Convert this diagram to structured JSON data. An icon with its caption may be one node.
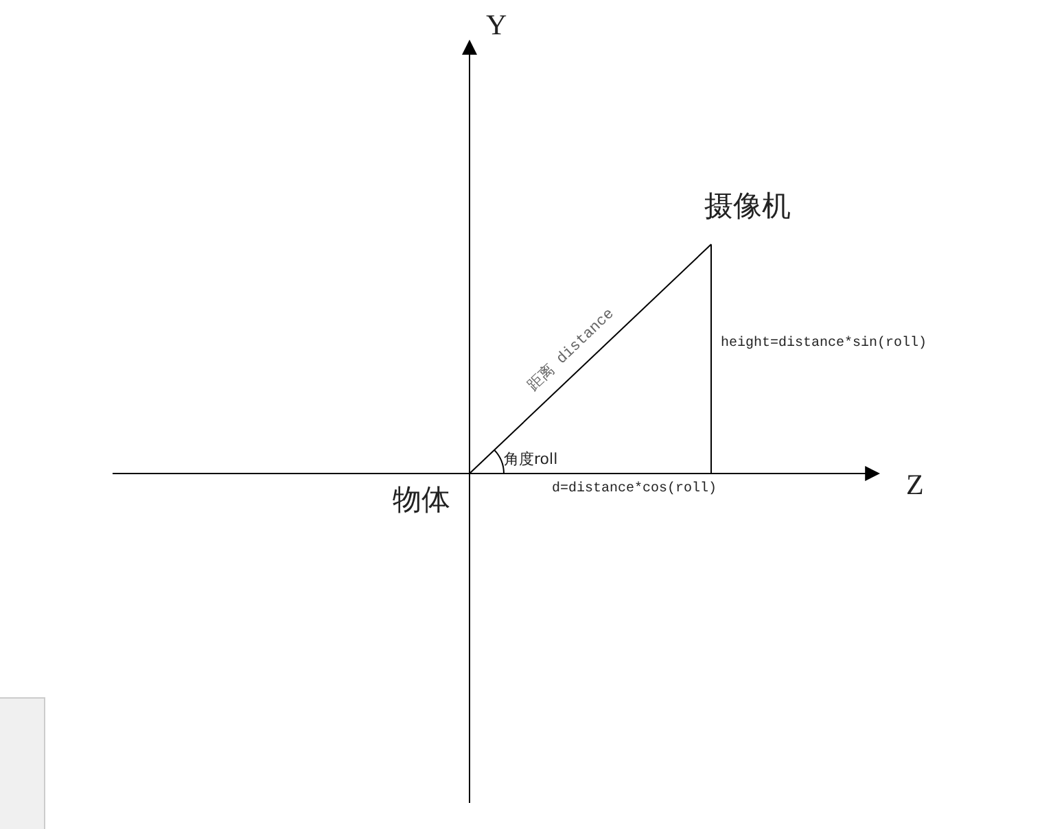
{
  "diagram": {
    "nodes": [
      {
        "text": [
          "物体"
        ]
      },
      {
        "text": [
          "摄像机"
        ]
      }
    ],
    "edges": [
      {
        "from": 0,
        "to": 1,
        "arrow": "none",
        "label": "距离 distance"
      }
    ],
    "labels": [
      "Y",
      "Z",
      "角度roll",
      "height=distance*sin(roll)",
      "d=distance*cos(roll)"
    ]
  }
}
